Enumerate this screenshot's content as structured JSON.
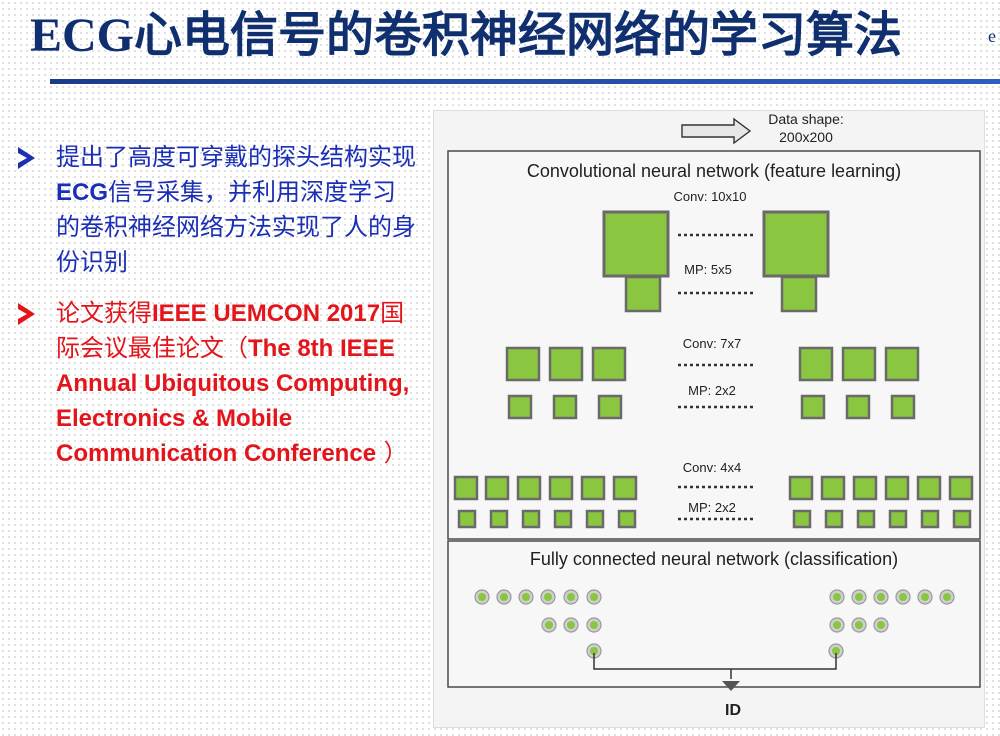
{
  "slide": {
    "title": "ECG心电信号的卷积神经网络的学习算法",
    "edge_glyph": "e"
  },
  "bullets": [
    {
      "color": "#1a2fb5",
      "parts": [
        {
          "text": "提出了高度可穿戴的探头结构实现",
          "latin": false
        },
        {
          "text": "ECG",
          "latin": true
        },
        {
          "text": "信号采集，并利用深度学习的卷积神经网络方法实现了人的身份识别",
          "latin": false
        }
      ]
    },
    {
      "color": "#e3141a",
      "parts": [
        {
          "text": "论文获得",
          "latin": false
        },
        {
          "text": "IEEE UEMCON 2017",
          "latin": true
        },
        {
          "text": "国际会议最佳论文（",
          "latin": false
        },
        {
          "text": "The 8th IEEE Annual Ubiquitous Computing, Electronics & Mobile Communication Conference",
          "latin": true
        },
        {
          "text": " ）",
          "latin": false
        }
      ]
    }
  ],
  "figure": {
    "data_shape_label": "Data shape:",
    "data_shape_value": "200x200",
    "cnn_box_title": "Convolutional neural network (feature learning)",
    "layers": [
      {
        "label": "Conv: 10x10"
      },
      {
        "label": "MP: 5x5"
      },
      {
        "label": "Conv: 7x7"
      },
      {
        "label": "MP: 2x2"
      },
      {
        "label": "Conv: 4x4"
      },
      {
        "label": "MP: 2x2"
      }
    ],
    "fc_box_title": "Fully connected neural network (classification)",
    "output_label": "ID",
    "colors": {
      "feature_map_fill": "#8ac640",
      "feature_map_border": "#6a6a6a",
      "neuron_fill": "#8ac640",
      "neuron_ring": "#9a9a9a"
    }
  }
}
